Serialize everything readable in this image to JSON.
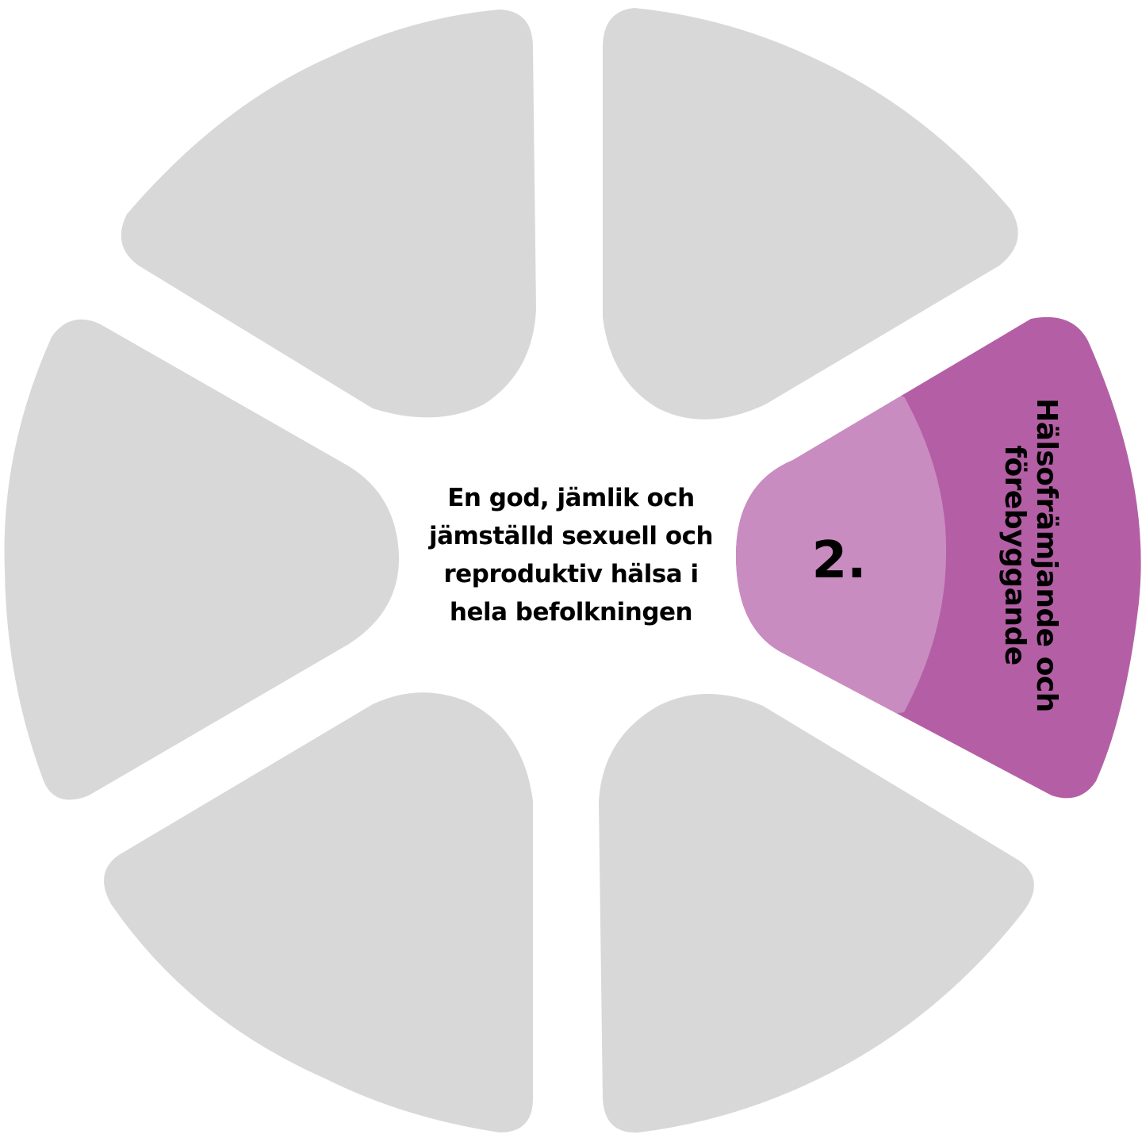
{
  "diagram": {
    "center_lines": [
      "En god, jämlik och",
      "jämställd sexuell och",
      "reproduktiv hälsa i",
      "hela befolkningen"
    ],
    "segments": [
      {
        "id": "top-left",
        "active": false
      },
      {
        "id": "top-right",
        "active": false
      },
      {
        "id": "right",
        "active": true,
        "number": "2.",
        "label_lines": [
          "Hälsofrämjande och",
          "förebyggande"
        ]
      },
      {
        "id": "bottom-right",
        "active": false
      },
      {
        "id": "bottom-left",
        "active": false
      },
      {
        "id": "left",
        "active": false
      }
    ],
    "colors": {
      "inactive": "#d8d8d8",
      "active_outer": "#b45fa5",
      "active_inner": "#c98cc0",
      "background": "#ffffff"
    }
  }
}
